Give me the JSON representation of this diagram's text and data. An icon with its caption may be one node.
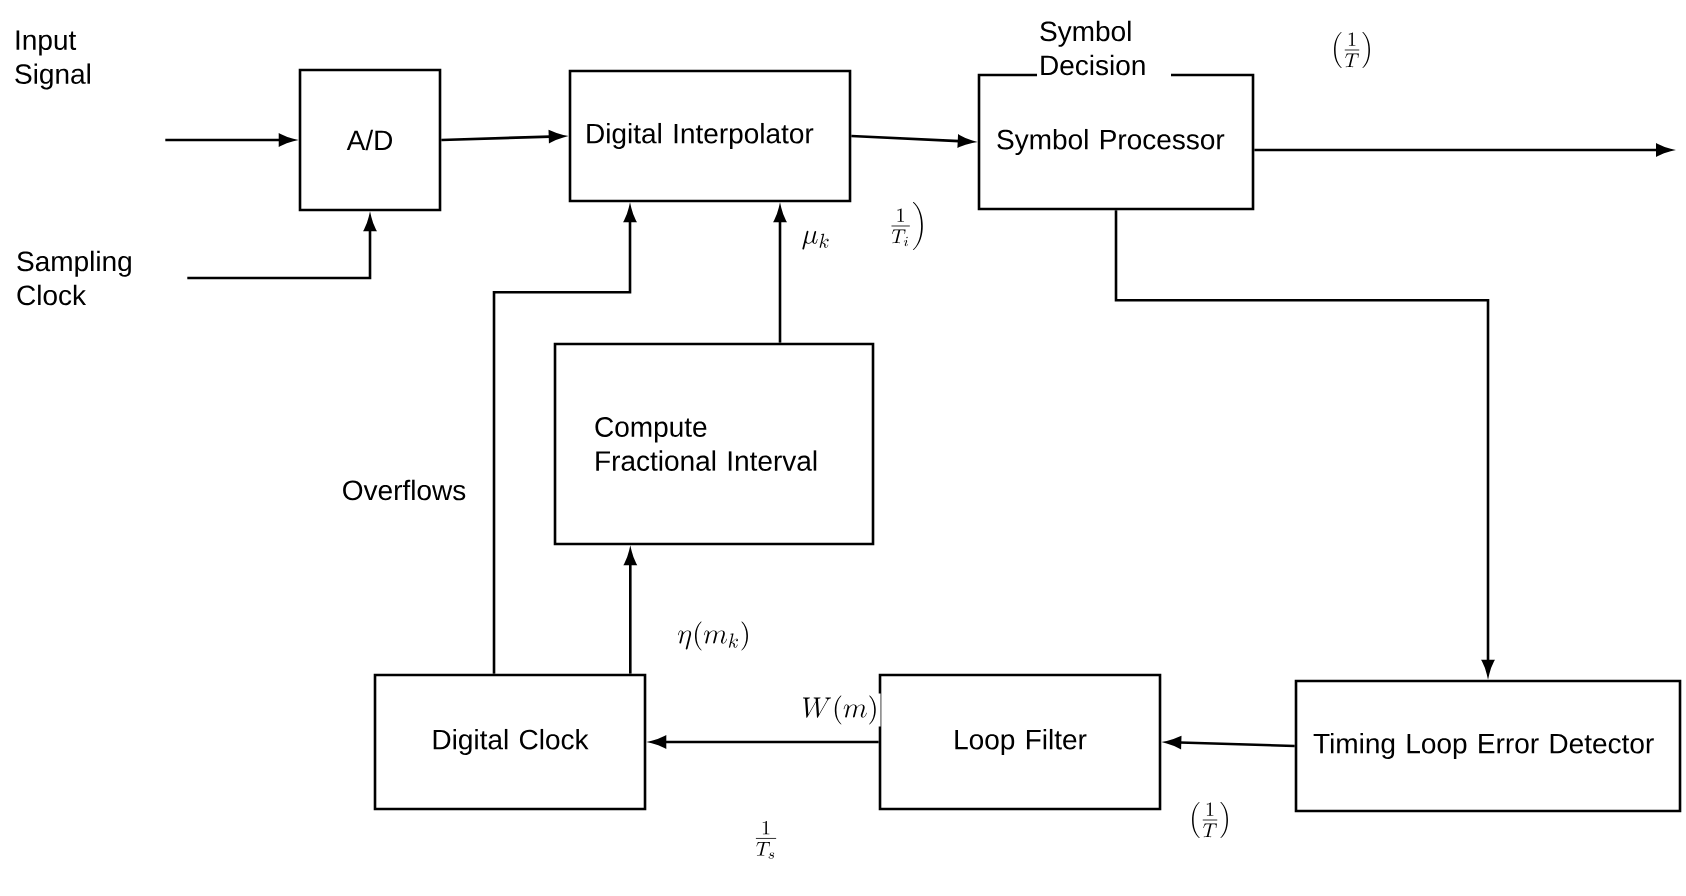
{
  "diagram": {
    "nodes": [
      {
        "text": [
          "Input Signal"
        ]
      },
      {
        "text": [
          "A/D"
        ]
      },
      {
        "text": [
          "Sampling Clock"
        ]
      },
      {
        "text": [
          "Digital Interpolator"
        ]
      },
      {
        "text": [
          "Symbol Processor"
        ]
      },
      {
        "text": [
          "Compute Fractional Interval"
        ]
      },
      {
        "text": [
          "Digital Clock"
        ]
      },
      {
        "text": [
          "Loop Filter"
        ]
      },
      {
        "text": [
          "Timing Loop Error Detector"
        ]
      }
    ],
    "edges": [
      {
        "from": 0,
        "to": 1,
        "arrow": "to"
      },
      {
        "from": 2,
        "to": 1,
        "arrow": "to"
      },
      {
        "from": 1,
        "to": 3,
        "arrow": "to"
      },
      {
        "from": 3,
        "to": 4,
        "arrow": "to"
      },
      {
        "from": 4,
        "to": null,
        "arrow": "to",
        "label": "Symbol Decision"
      },
      {
        "from": 4,
        "to": 8,
        "arrow": "to"
      },
      {
        "from": 8,
        "to": 7,
        "arrow": "to",
        "label": "\\left(\\frac{1}{T}\\right)"
      },
      {
        "from": 7,
        "to": 6,
        "arrow": "to",
        "label": "W(m)"
      },
      {
        "from": 6,
        "to": 5,
        "arrow": "to",
        "label": "\\eta(m_k)"
      },
      {
        "from": 5,
        "to": 3,
        "arrow": "to",
        "label": "\\mu_k"
      },
      {
        "from": 6,
        "to": 3,
        "arrow": "to",
        "label": "Overflows"
      }
    ],
    "labels": [
      "\\left(\\frac{1}{T}\\right)",
      "\\frac{1}{T_i}\\biggr)",
      "\\frac{1}{T_s}"
    ]
  }
}
